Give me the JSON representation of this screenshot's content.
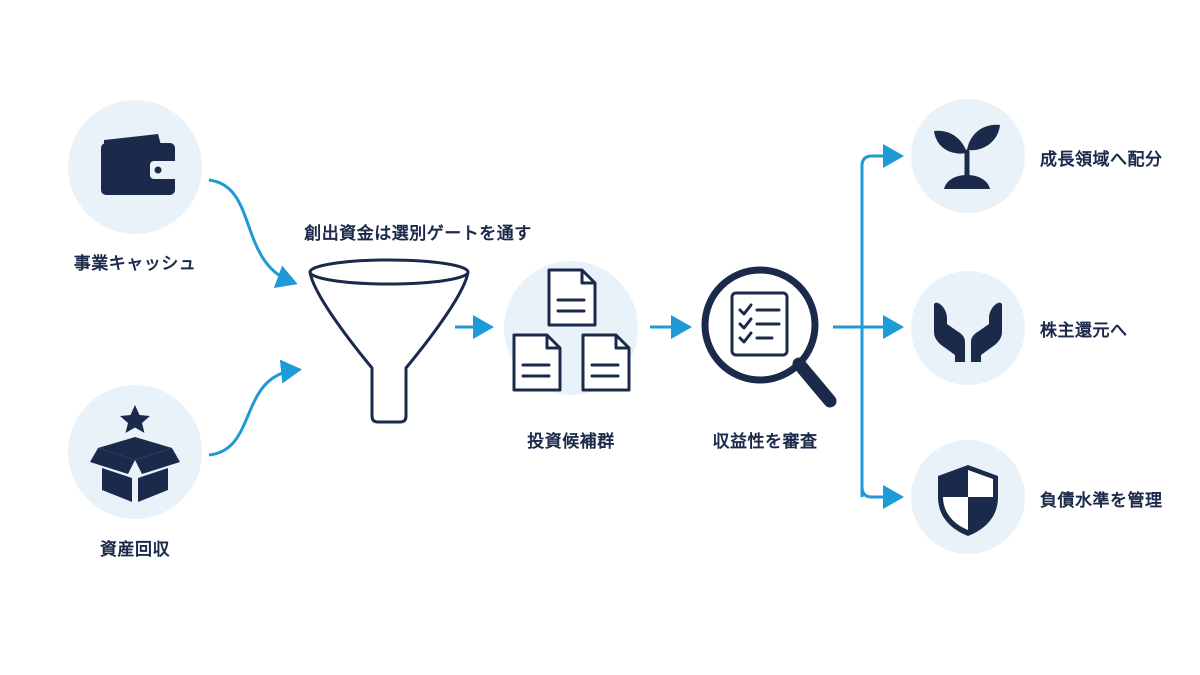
{
  "sources": [
    {
      "label": "事業キャッシュ",
      "icon": "wallet-icon"
    },
    {
      "label": "資産回収",
      "icon": "box-star-icon"
    }
  ],
  "gate": {
    "label": "創出資金は選別ゲートを通す",
    "icon": "funnel-icon"
  },
  "candidates": {
    "label": "投資候補群",
    "icon": "documents-icon"
  },
  "review": {
    "label": "収益性を審査",
    "icon": "magnifier-checklist-icon"
  },
  "outcomes": [
    {
      "label": "成長領域へ配分",
      "icon": "sprout-icon"
    },
    {
      "label": "株主還元へ",
      "icon": "hands-icon"
    },
    {
      "label": "負債水準を管理",
      "icon": "shield-icon"
    }
  ],
  "colors": {
    "navy": "#1b2a4a",
    "accent": "#1e9ad6",
    "circle_bg": "#eaf2f9"
  }
}
